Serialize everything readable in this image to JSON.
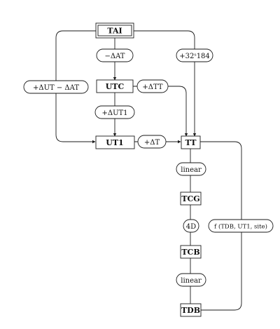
{
  "nodes": {
    "tai": "TAI",
    "utc": "UTC",
    "ut1": "UT1",
    "tt": "TT",
    "tcg": "TCG",
    "tcb": "TCB",
    "tdb": "TDB"
  },
  "labels": {
    "minus_delta_at": "−ΔAT",
    "plus_32_184": "+32ˢ184",
    "plus_delta_ut_minus_delta_at": "+ΔUT − ΔAT",
    "plus_delta_tt": "+ΔTT",
    "plus_delta_ut1": "+ΔUT1",
    "plus_delta_t": "+ΔT",
    "linear_1": "linear",
    "four_d": "4D",
    "linear_2": "linear",
    "f_tdb_ut1_site": "f (TDB, UT1, site)"
  }
}
